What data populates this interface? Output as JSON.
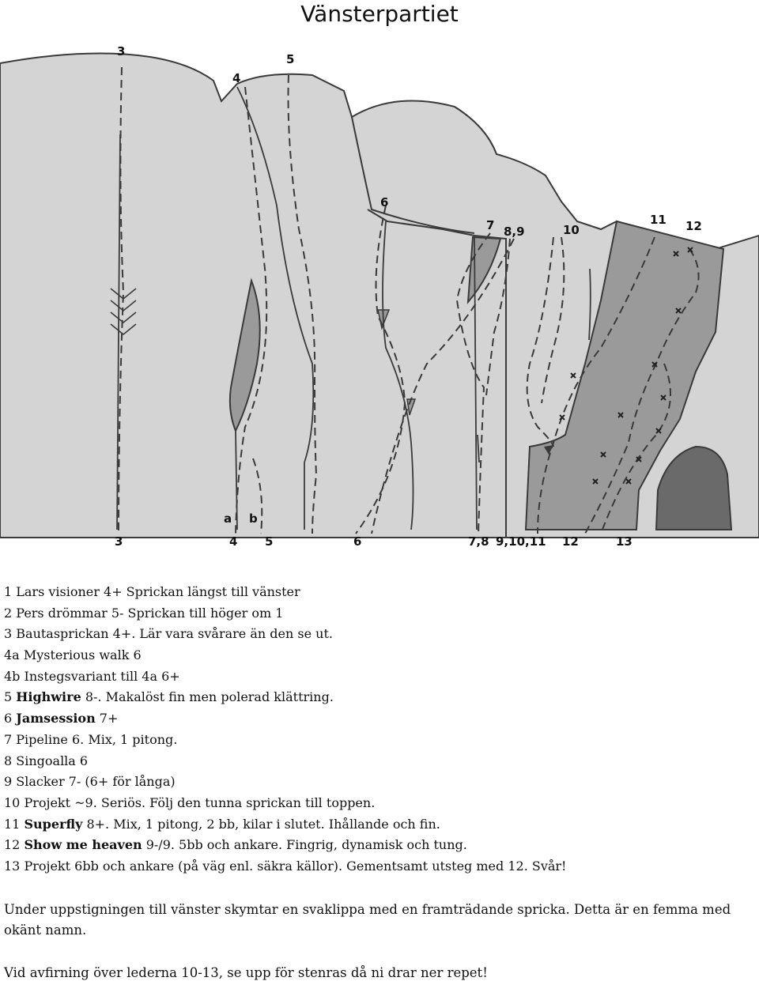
{
  "title": "Vänsterpartiet",
  "topo": {
    "top_labels": [
      "3",
      "4",
      "5",
      "6",
      "7",
      "8,9",
      "10",
      "11",
      "12"
    ],
    "bottom_labels": [
      "3",
      "4",
      "5",
      "6",
      "7,8",
      "9,10,11",
      "12",
      "13"
    ],
    "ab_labels": [
      "a",
      "b"
    ],
    "colors": {
      "rock_light": "#d4d4d4",
      "rock_mid": "#9a9a9a",
      "rock_dark": "#6a6a6a",
      "line": "#3a3a3a"
    }
  },
  "routes": [
    {
      "num": "1",
      "name": "Lars visioner",
      "rest": " 4+ Sprickan längst till vänster",
      "bold": false
    },
    {
      "num": "2",
      "name": "Pers drömmar",
      "rest": " 5- Sprickan till höger om 1",
      "bold": false
    },
    {
      "num": "3",
      "name": "Bautasprickan",
      "rest": " 4+. Lär vara svårare än den se ut.",
      "bold": false
    },
    {
      "num": "4a",
      "name": "Mysterious walk",
      "rest": " 6",
      "bold": false
    },
    {
      "num": "4b",
      "name": "Instegsvariant till 4a",
      "rest": " 6+",
      "bold": false
    },
    {
      "num": "5",
      "name": "Highwire",
      "rest": " 8-. Makalöst fin men polerad klättring.",
      "bold": true
    },
    {
      "num": "6",
      "name": "Jamsession",
      "rest": " 7+",
      "bold": true
    },
    {
      "num": "7",
      "name": "Pipeline",
      "rest": " 6. Mix, 1 pitong.",
      "bold": false
    },
    {
      "num": "8",
      "name": "Singoalla",
      "rest": " 6",
      "bold": false
    },
    {
      "num": "9",
      "name": "Slacker",
      "rest": " 7- (6+ för långa)",
      "bold": false
    },
    {
      "num": "10",
      "name": "Projekt",
      "rest": " ~9. Seriös. Följ den tunna sprickan till toppen.",
      "bold": false
    },
    {
      "num": "11",
      "name": "Superfly",
      "rest": " 8+. Mix, 1 pitong, 2 bb, kilar i slutet. Ihållande och fin.",
      "bold": true
    },
    {
      "num": "12",
      "name": "Show me heaven",
      "rest": " 9-/9. 5bb och ankare. Fingrig, dynamisk och tung.",
      "bold": true
    },
    {
      "num": "13",
      "name": "Projekt",
      "rest": " 6bb och ankare (på väg enl. säkra källor). Gementsamt utsteg med 12. Svår!",
      "bold": false
    }
  ],
  "note1": "Under uppstigningen till vänster skymtar en svaklippa med en framträdande spricka. Detta är en femma med okänt namn.",
  "note2": "Vid avfirning över lederna 10-13, se upp för stenras då ni drar ner repet!"
}
